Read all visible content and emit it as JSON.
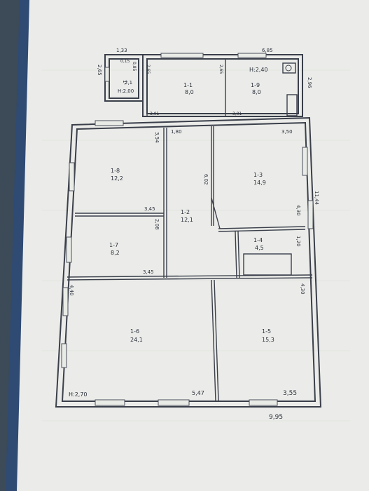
{
  "top_dims": {
    "d1": "1,33",
    "d2": "6,85",
    "d3": "2,96",
    "d4": "2,65",
    "d5": "0,15",
    "d6": "0,85",
    "d7": "2,65",
    "d8": "2,65"
  },
  "porch": {
    "num": "1-",
    "area": "2,1",
    "height": "H:2,00"
  },
  "rooms_top": [
    {
      "num": "1-1",
      "area": "8,0"
    },
    {
      "num": "1-9",
      "area": "8,0",
      "height": "H:2,40"
    }
  ],
  "dims_top_bottom": {
    "a": "3,01",
    "b": "3,01"
  },
  "rooms": [
    {
      "num": "1-8",
      "area": "12,2"
    },
    {
      "num": "1-2",
      "area": "12,1"
    },
    {
      "num": "1-3",
      "area": "14,9"
    },
    {
      "num": "1-7",
      "area": "8,2"
    },
    {
      "num": "1-4",
      "area": "4,5"
    },
    {
      "num": "1-6",
      "area": "24,1"
    },
    {
      "num": "1-5",
      "area": "15,3"
    }
  ],
  "dims": {
    "d354": "3,54",
    "d180": "1,80",
    "d350": "3,50",
    "d602": "6,02",
    "d345a": "3,45",
    "d208": "2,08",
    "d345b": "3,45",
    "d430a": "4,30",
    "d120": "1,20",
    "d1144": "11,44",
    "d440": "4,40",
    "d430b": "4,30",
    "d547": "5,47",
    "d355": "3,55",
    "d995": "9,95"
  },
  "main_height": "H:2,70"
}
